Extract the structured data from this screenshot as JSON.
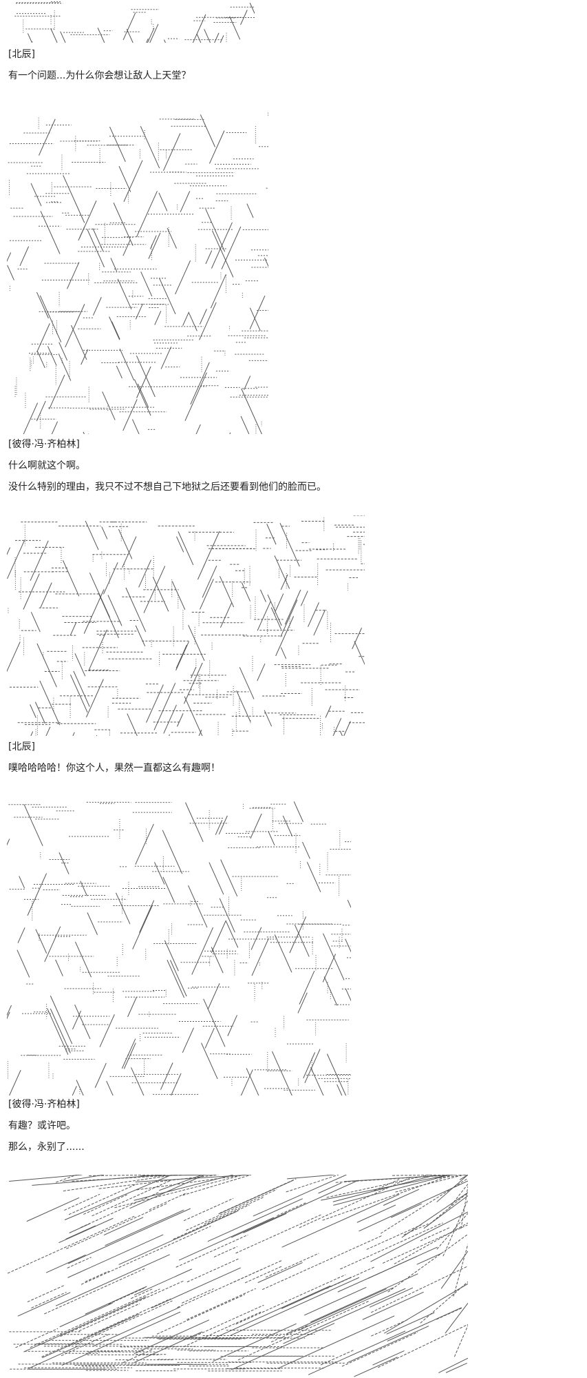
{
  "lines": [
    "[北辰]",
    "有一个问题...为什么你会想让敌人上天堂？",
    "[彼得·冯·齐柏林]",
    "什么啊就这个啊。",
    "没什么特别的理由，我只不过不想自己下地狱之后还要看到他们的脸而已。",
    "[北辰]",
    "噗哈哈哈哈！你这个人，果然一直都这么有趣啊！",
    "[彼得·冯·齐柏林]",
    "有趣？或许吧。",
    "那么，永别了......"
  ],
  "colors": {
    "text": "#222222",
    "art_ink": "#555555",
    "background": "#ffffff"
  }
}
